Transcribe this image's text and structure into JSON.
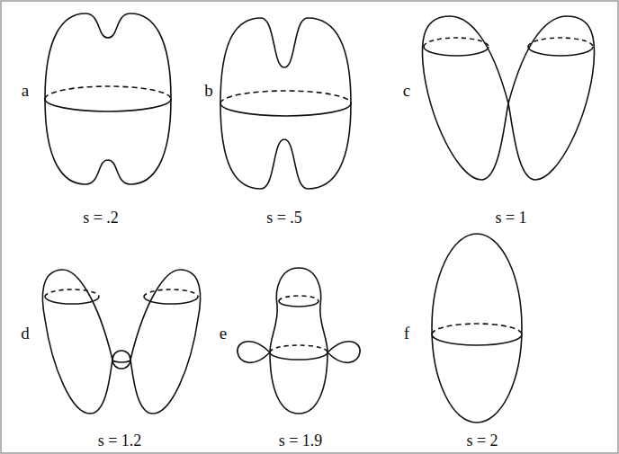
{
  "diagram": {
    "labels": [
      "a",
      "s = .2",
      "b",
      "s = .5",
      "c",
      "s = 1",
      "d",
      "s = 1.2",
      "e",
      "s = 1.9",
      "f",
      "s = 2"
    ]
  }
}
